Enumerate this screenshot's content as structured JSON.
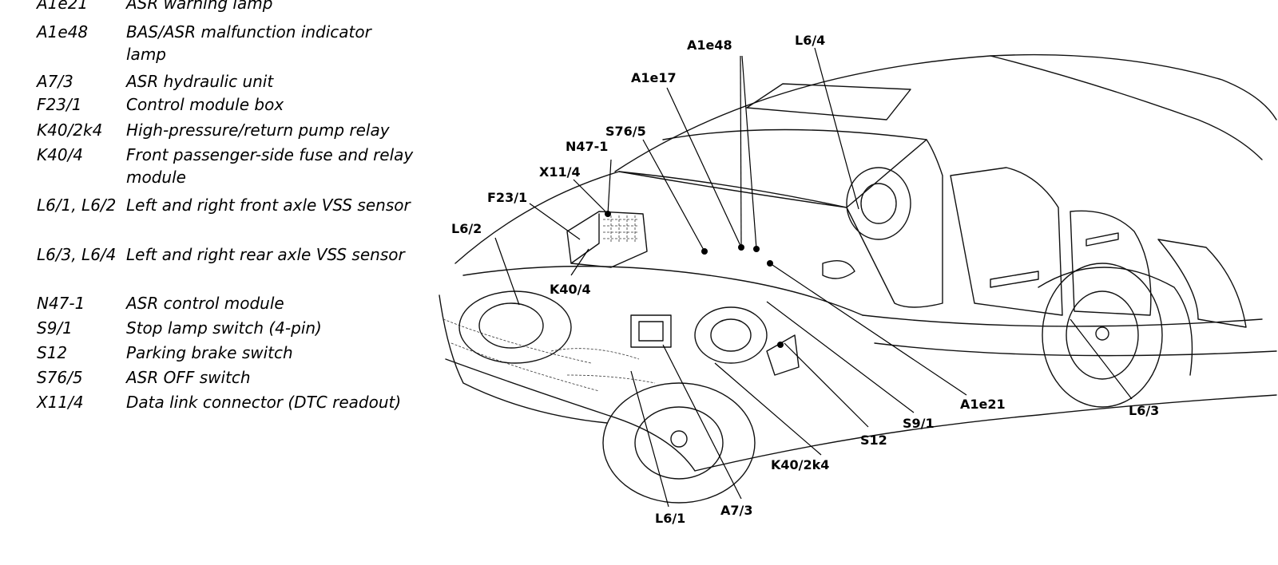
{
  "legend": [
    {
      "code": "A1e21",
      "description": "ASR warning lamp"
    },
    {
      "code": "A1e48",
      "description": "BAS/ASR malfunction indicator lamp"
    },
    {
      "code": "A7/3",
      "description": "ASR hydraulic unit"
    },
    {
      "code": "F23/1",
      "description": "Control module box"
    },
    {
      "code": "K40/2k4",
      "description": "High-pressure/return pump relay"
    },
    {
      "code": "K40/4",
      "description": "Front passenger-side fuse and relay module"
    },
    {
      "code": "L6/1, L6/2",
      "description": "Left and right front axle VSS sensor"
    },
    {
      "code": "L6/3, L6/4",
      "description": "Left and right rear axle VSS sensor"
    },
    {
      "code": "N47-1",
      "description": "ASR control module"
    },
    {
      "code": "S9/1",
      "description": "Stop lamp switch (4-pin)"
    },
    {
      "code": "S12",
      "description": "Parking brake switch"
    },
    {
      "code": "S76/5",
      "description": "ASR OFF switch"
    },
    {
      "code": "X11/4",
      "description": "Data link connector (DTC readout)"
    }
  ],
  "callouts": {
    "a1e48": "A1e48",
    "l64": "L6/4",
    "a1e17": "A1e17",
    "s765": "S76/5",
    "n471": "N47-1",
    "x114": "X11/4",
    "f231": "F23/1",
    "l62": "L6/2",
    "k404": "K40/4",
    "a1e21": "A1e21",
    "s91": "S9/1",
    "s12": "S12",
    "l63": "L6/3",
    "k402k4": "K40/2k4",
    "a73": "A7/3",
    "l61": "L6/1"
  }
}
